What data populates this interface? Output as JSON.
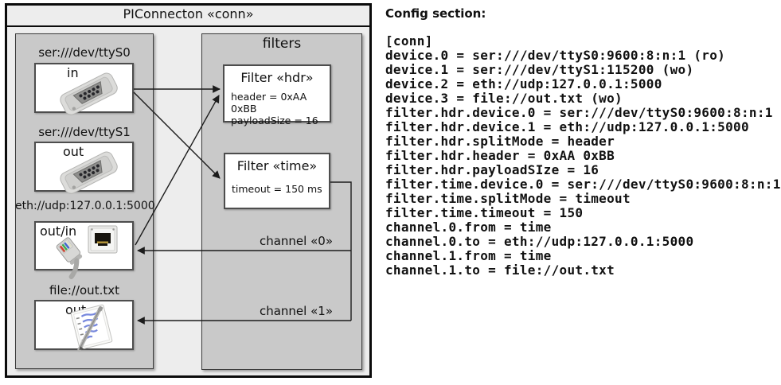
{
  "diagram": {
    "title": "PIConnecton «conn»",
    "filters_panel_label": "filters",
    "devices": [
      {
        "label": "ser:///dev/ttyS0",
        "mode": "in",
        "icon": "serial-connector-icon"
      },
      {
        "label": "ser:///dev/ttyS1",
        "mode": "out",
        "icon": "serial-connector-icon"
      },
      {
        "label": "eth://udp:127.0.0.1:5000",
        "mode": "out/in",
        "icon": "ethernet-connector-icon"
      },
      {
        "label": "file://out.txt",
        "mode": "out",
        "icon": "notepad-pen-icon"
      }
    ],
    "filters": [
      {
        "title": "Filter «hdr»",
        "props": [
          "header = 0xAA 0xBB",
          "payloadSize = 16"
        ]
      },
      {
        "title": "Filter «time»",
        "props": [
          "timeout = 150 ms"
        ]
      }
    ],
    "channels": [
      {
        "label": "channel «0»"
      },
      {
        "label": "channel «1»"
      }
    ]
  },
  "config": {
    "heading": "Config section:",
    "lines": [
      "[conn]",
      "device.0 = ser:///dev/ttyS0:9600:8:n:1 (ro)",
      "device.1 = ser:///dev/ttyS1:115200 (wo)",
      "device.2 = eth://udp:127.0.0.1:5000",
      "device.3 = file://out.txt (wo)",
      "filter.hdr.device.0 = ser:///dev/ttyS0:9600:8:n:1",
      "filter.hdr.device.1 = eth://udp:127.0.0.1:5000",
      "filter.hdr.splitMode = header",
      "filter.hdr.header = 0xAA 0xBB",
      "filter.hdr.payloadSIze = 16",
      "filter.time.device.0 = ser:///dev/ttyS0:9600:8:n:1",
      "filter.time.splitMode = timeout",
      "filter.time.timeout = 150",
      "channel.0.from = time",
      "channel.0.to = eth://udp:127.0.0.1:5000",
      "channel.1.from = time",
      "channel.1.to = file://out.txt"
    ]
  },
  "colors": {
    "outer_fill": "#ededed",
    "panel_fill": "#c9c9c9",
    "line": "#1c1c1c",
    "note_blue": "#7788dd"
  }
}
